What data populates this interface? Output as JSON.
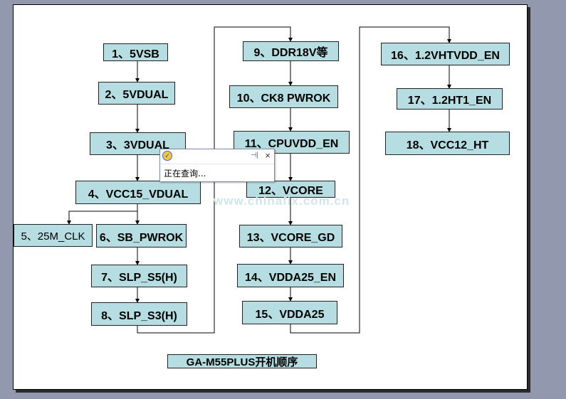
{
  "diagram": {
    "title": "GA-M55PLUS开机顺序",
    "watermark": "www.chinafix.com.cn",
    "steps": [
      "1、5VSB",
      "2、5VDUAL",
      "3、3VDUAL",
      "4、VCC15_VDUAL",
      "5、25M_CLK",
      "6、SB_PWROK",
      "7、SLP_S5(H)",
      "8、SLP_S3(H)",
      "9、DDR18V等",
      "10、CK8 PWROK",
      "11、CPUVDD_EN",
      "12、VCORE",
      "13、VCORE_GD",
      "14、VDDA25_EN",
      "15、VDDA25",
      "16、1.2VHTVDD_EN",
      "17、1.2HT1_EN",
      "18、VCC12_HT"
    ]
  },
  "popup": {
    "status_text": "正在查询..."
  },
  "colors": {
    "box_fill": "#b6dde1",
    "page_background": "#9298ae"
  }
}
